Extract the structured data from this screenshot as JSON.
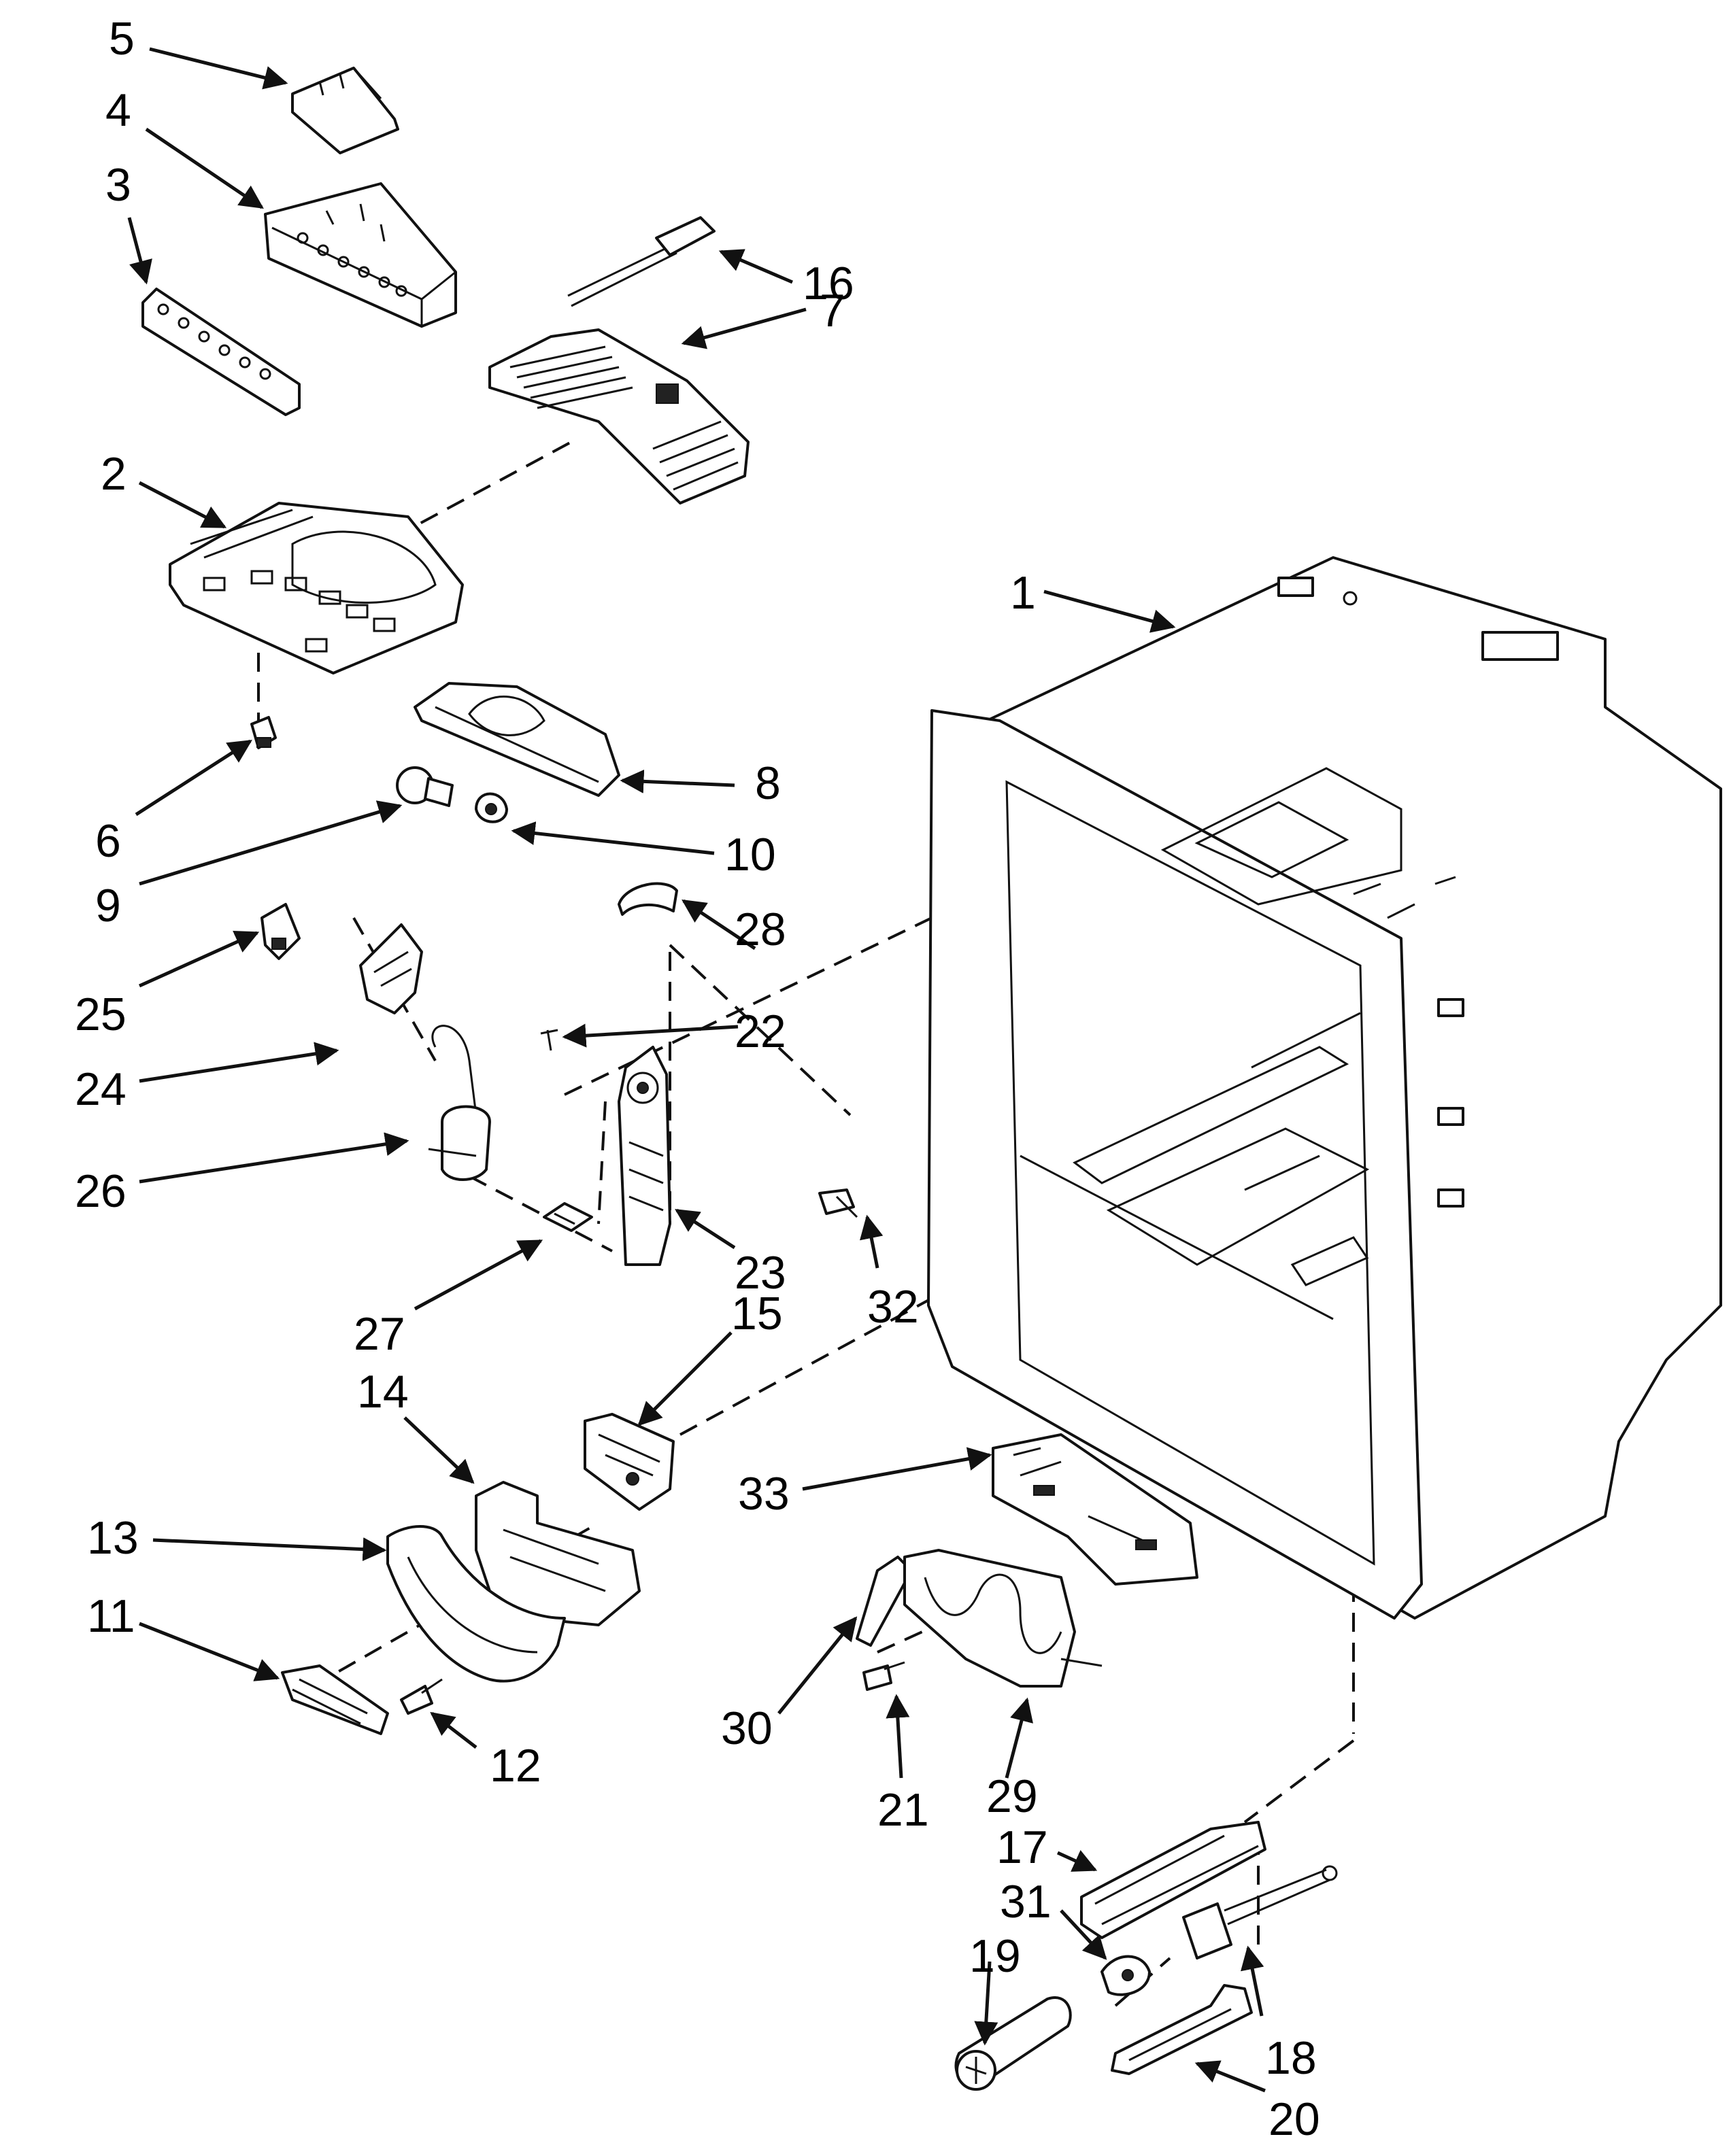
{
  "callouts": [
    "1",
    "2",
    "3",
    "4",
    "5",
    "6",
    "7",
    "8",
    "9",
    "10",
    "11",
    "12",
    "13",
    "14",
    "15",
    "16",
    "17",
    "18",
    "19",
    "20",
    "21",
    "22",
    "23",
    "24",
    "25",
    "26",
    "27",
    "28",
    "29",
    "30",
    "31",
    "32",
    "33"
  ],
  "colors": {
    "ink": "#111111",
    "background": "#ffffff"
  }
}
